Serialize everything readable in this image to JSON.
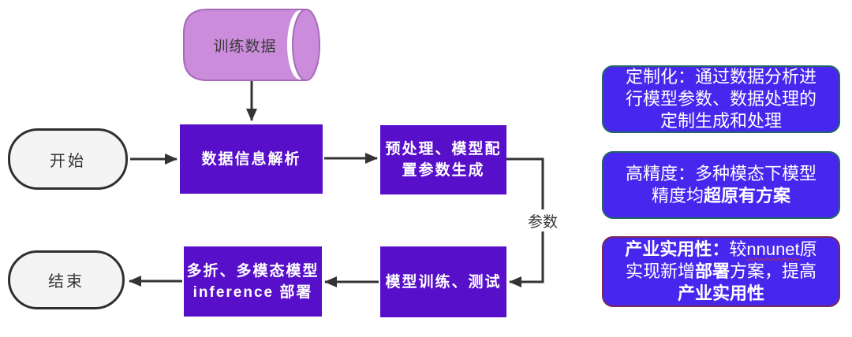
{
  "diagram": {
    "cylinder_label": "训练数据",
    "start_label": "开始",
    "end_label": "结束",
    "box_parse": "数据信息解析",
    "box_preprocess_line1": "预处理、模型配",
    "box_preprocess_line2": "置参数生成",
    "box_train": "模型训练、测试",
    "box_deploy_line1": "多折、多模态模型",
    "box_deploy_line2": "inference 部署",
    "edge_label": "参数"
  },
  "panels": [
    {
      "name": "customization",
      "lines": [
        {
          "segments": [
            {
              "text": "定制化：通过数据分析进",
              "bold": false
            }
          ]
        },
        {
          "segments": [
            {
              "text": "行模型参数、数据处理的",
              "bold": false
            }
          ]
        },
        {
          "segments": [
            {
              "text": "定制生成和处理",
              "bold": false
            }
          ]
        }
      ]
    },
    {
      "name": "high-accuracy",
      "lines": [
        {
          "segments": [
            {
              "text": "高精度：多种模态下模型",
              "bold": false
            }
          ]
        },
        {
          "segments": [
            {
              "text": "精度均",
              "bold": false
            },
            {
              "text": "超原有方案",
              "bold": true
            }
          ]
        }
      ]
    },
    {
      "name": "industrial-practicality",
      "lines": [
        {
          "segments": [
            {
              "text": "产业实用性：",
              "bold": true
            },
            {
              "text": "较",
              "bold": false
            },
            {
              "text": "nnunet",
              "bold": false,
              "spellcheck_underline": true
            },
            {
              "text": "原",
              "bold": false
            }
          ]
        },
        {
          "segments": [
            {
              "text": "实现新增",
              "bold": false
            },
            {
              "text": "部署",
              "bold": true
            },
            {
              "text": "方案，提高",
              "bold": false
            }
          ]
        },
        {
          "segments": [
            {
              "text": "产业实用性",
              "bold": true
            }
          ]
        }
      ]
    }
  ],
  "colors": {
    "flow_box_fill": "#570FC9",
    "panel_fill": "#4727EE",
    "panel1_border": "#226666",
    "panel2_border": "#226666",
    "panel3_border": "#7A2858",
    "cylinder_fill": "#CA8CDB",
    "cylinder_stroke": "#A66BB8",
    "stadium_fill": "#F4F4F4",
    "stadium_border": "#2F2F2F",
    "arrow": "#333333",
    "text_on_purple": "#FFFFFF",
    "spellcheck_underline": "#CC3333"
  }
}
